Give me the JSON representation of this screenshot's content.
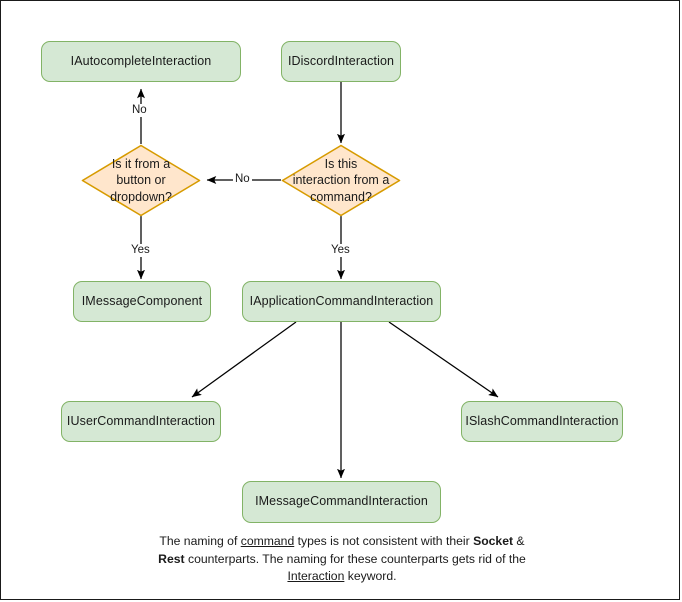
{
  "diagram": {
    "title": "Discord.Net interaction type hierarchy flowchart",
    "colors": {
      "box_fill": "#d5e8d4",
      "box_stroke": "#82b366",
      "diamond_fill": "#ffe6cc",
      "diamond_stroke": "#d79b00",
      "edge_stroke": "#000000",
      "text": "#1a1a1a",
      "page_border": "#1a1a1a",
      "background": "#ffffff"
    },
    "nodes": {
      "autocomplete": "IAutocompleteInteraction",
      "discord": "IDiscordInteraction",
      "decision_button": "Is it from a\nbutton or\ndropdown?",
      "decision_command": "Is this\ninteraction from a\ncommand?",
      "message_component": "IMessageComponent",
      "application_command": "IApplicationCommandInteraction",
      "user_command": "IUserCommandInteraction",
      "message_command": "IMessageCommandInteraction",
      "slash_command": "ISlashCommandInteraction"
    },
    "edge_labels": {
      "no_up": "No",
      "no_left": "No",
      "yes_left": "Yes",
      "yes_right": "Yes"
    },
    "caption": {
      "line1_a": "The naming of ",
      "line1_underline": "command",
      "line1_b": " types is not consistent with their",
      "line2_bold1": "Socket",
      "line2_amp": " & ",
      "line2_bold2": "Rest",
      "line2_rest": " counterparts. The naming for these",
      "line3_a": "counterparts gets rid of the ",
      "line3_underline": "Interaction",
      "line3_b": " keyword."
    }
  }
}
